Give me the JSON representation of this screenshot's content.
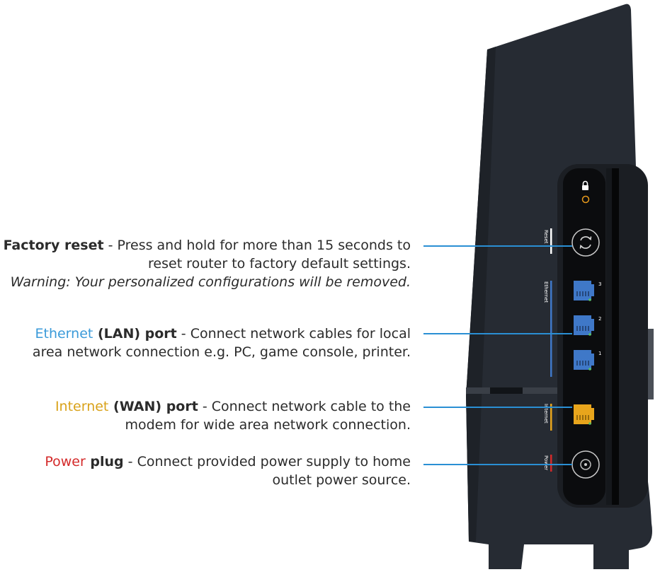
{
  "callouts": {
    "reset": {
      "title": "Factory reset",
      "desc_line1": " - Press and hold for more than 15 seconds to",
      "desc_line2": "reset router to factory default settings.",
      "warning": "Warning: Your personalized configurations will be removed."
    },
    "lan": {
      "keyword": "Ethernet",
      "title_rest": " (LAN) port",
      "desc_line1": " - Connect network cables for local",
      "desc_line2": "area network connection e.g. PC, game console, printer."
    },
    "wan": {
      "keyword": "Internet",
      "title_rest": " (WAN) port",
      "desc_line1": " - Connect network cable to the",
      "desc_line2": "modem for wide area network connection."
    },
    "power": {
      "keyword": "Power",
      "title_rest": " plug",
      "desc_line1": " - Connect provided power supply to home",
      "desc_line2": "outlet power source."
    }
  },
  "panel_labels": {
    "reset": "Reset",
    "ethernet": "Ethernet",
    "internet": "Internet",
    "power": "Power"
  },
  "port_numbers": [
    "3",
    "2",
    "1"
  ],
  "colors": {
    "leader": "#2a8fd4",
    "ethernet": "#3a9ad9",
    "internet": "#d9a21a",
    "power": "#d42a2a",
    "router_body": "#262b33"
  },
  "icons": {
    "lock": "lock-icon",
    "reset": "refresh-icon",
    "lan_port": "ethernet-port-icon",
    "wan_port": "ethernet-port-icon",
    "power": "power-jack-icon"
  }
}
